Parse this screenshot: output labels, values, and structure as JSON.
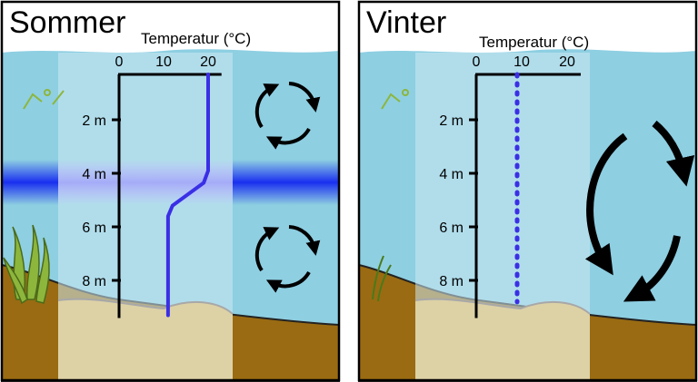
{
  "panels": [
    {
      "title": "Sommer",
      "axis_title": "Temperatur (°C)",
      "x_ticks": [
        "0",
        "10",
        "20"
      ],
      "y_ticks": [
        "2 m",
        "4 m",
        "6 m",
        "8 m"
      ],
      "line_style": "solid",
      "line_color": "#3a2fe6",
      "profile": [
        {
          "temp": 20,
          "depth": 0
        },
        {
          "temp": 20,
          "depth": 3.6
        },
        {
          "temp": 19,
          "depth": 4.05
        },
        {
          "temp": 12,
          "depth": 4.9
        },
        {
          "temp": 11,
          "depth": 5.3
        },
        {
          "temp": 11,
          "depth": 9
        }
      ],
      "thermocline_depth": 4,
      "circulation": "two-small-loops"
    },
    {
      "title": "Vinter",
      "axis_title": "Temperatur (°C)",
      "x_ticks": [
        "0",
        "10",
        "20"
      ],
      "y_ticks": [
        "2 m",
        "4 m",
        "6 m",
        "8 m"
      ],
      "line_style": "dotted",
      "line_color": "#3a2fe6",
      "profile": [
        {
          "temp": 9,
          "depth": 0
        },
        {
          "temp": 9,
          "depth": 8.5
        }
      ],
      "thermocline_depth": null,
      "circulation": "one-large-loop"
    }
  ],
  "colors": {
    "water": "#8ecfe2",
    "water_light": "#cdeaf3",
    "sediment": "#9a6b12",
    "sand": "#ddd2a6",
    "thermocline": "#1a2ff0",
    "frame": "#000000"
  }
}
